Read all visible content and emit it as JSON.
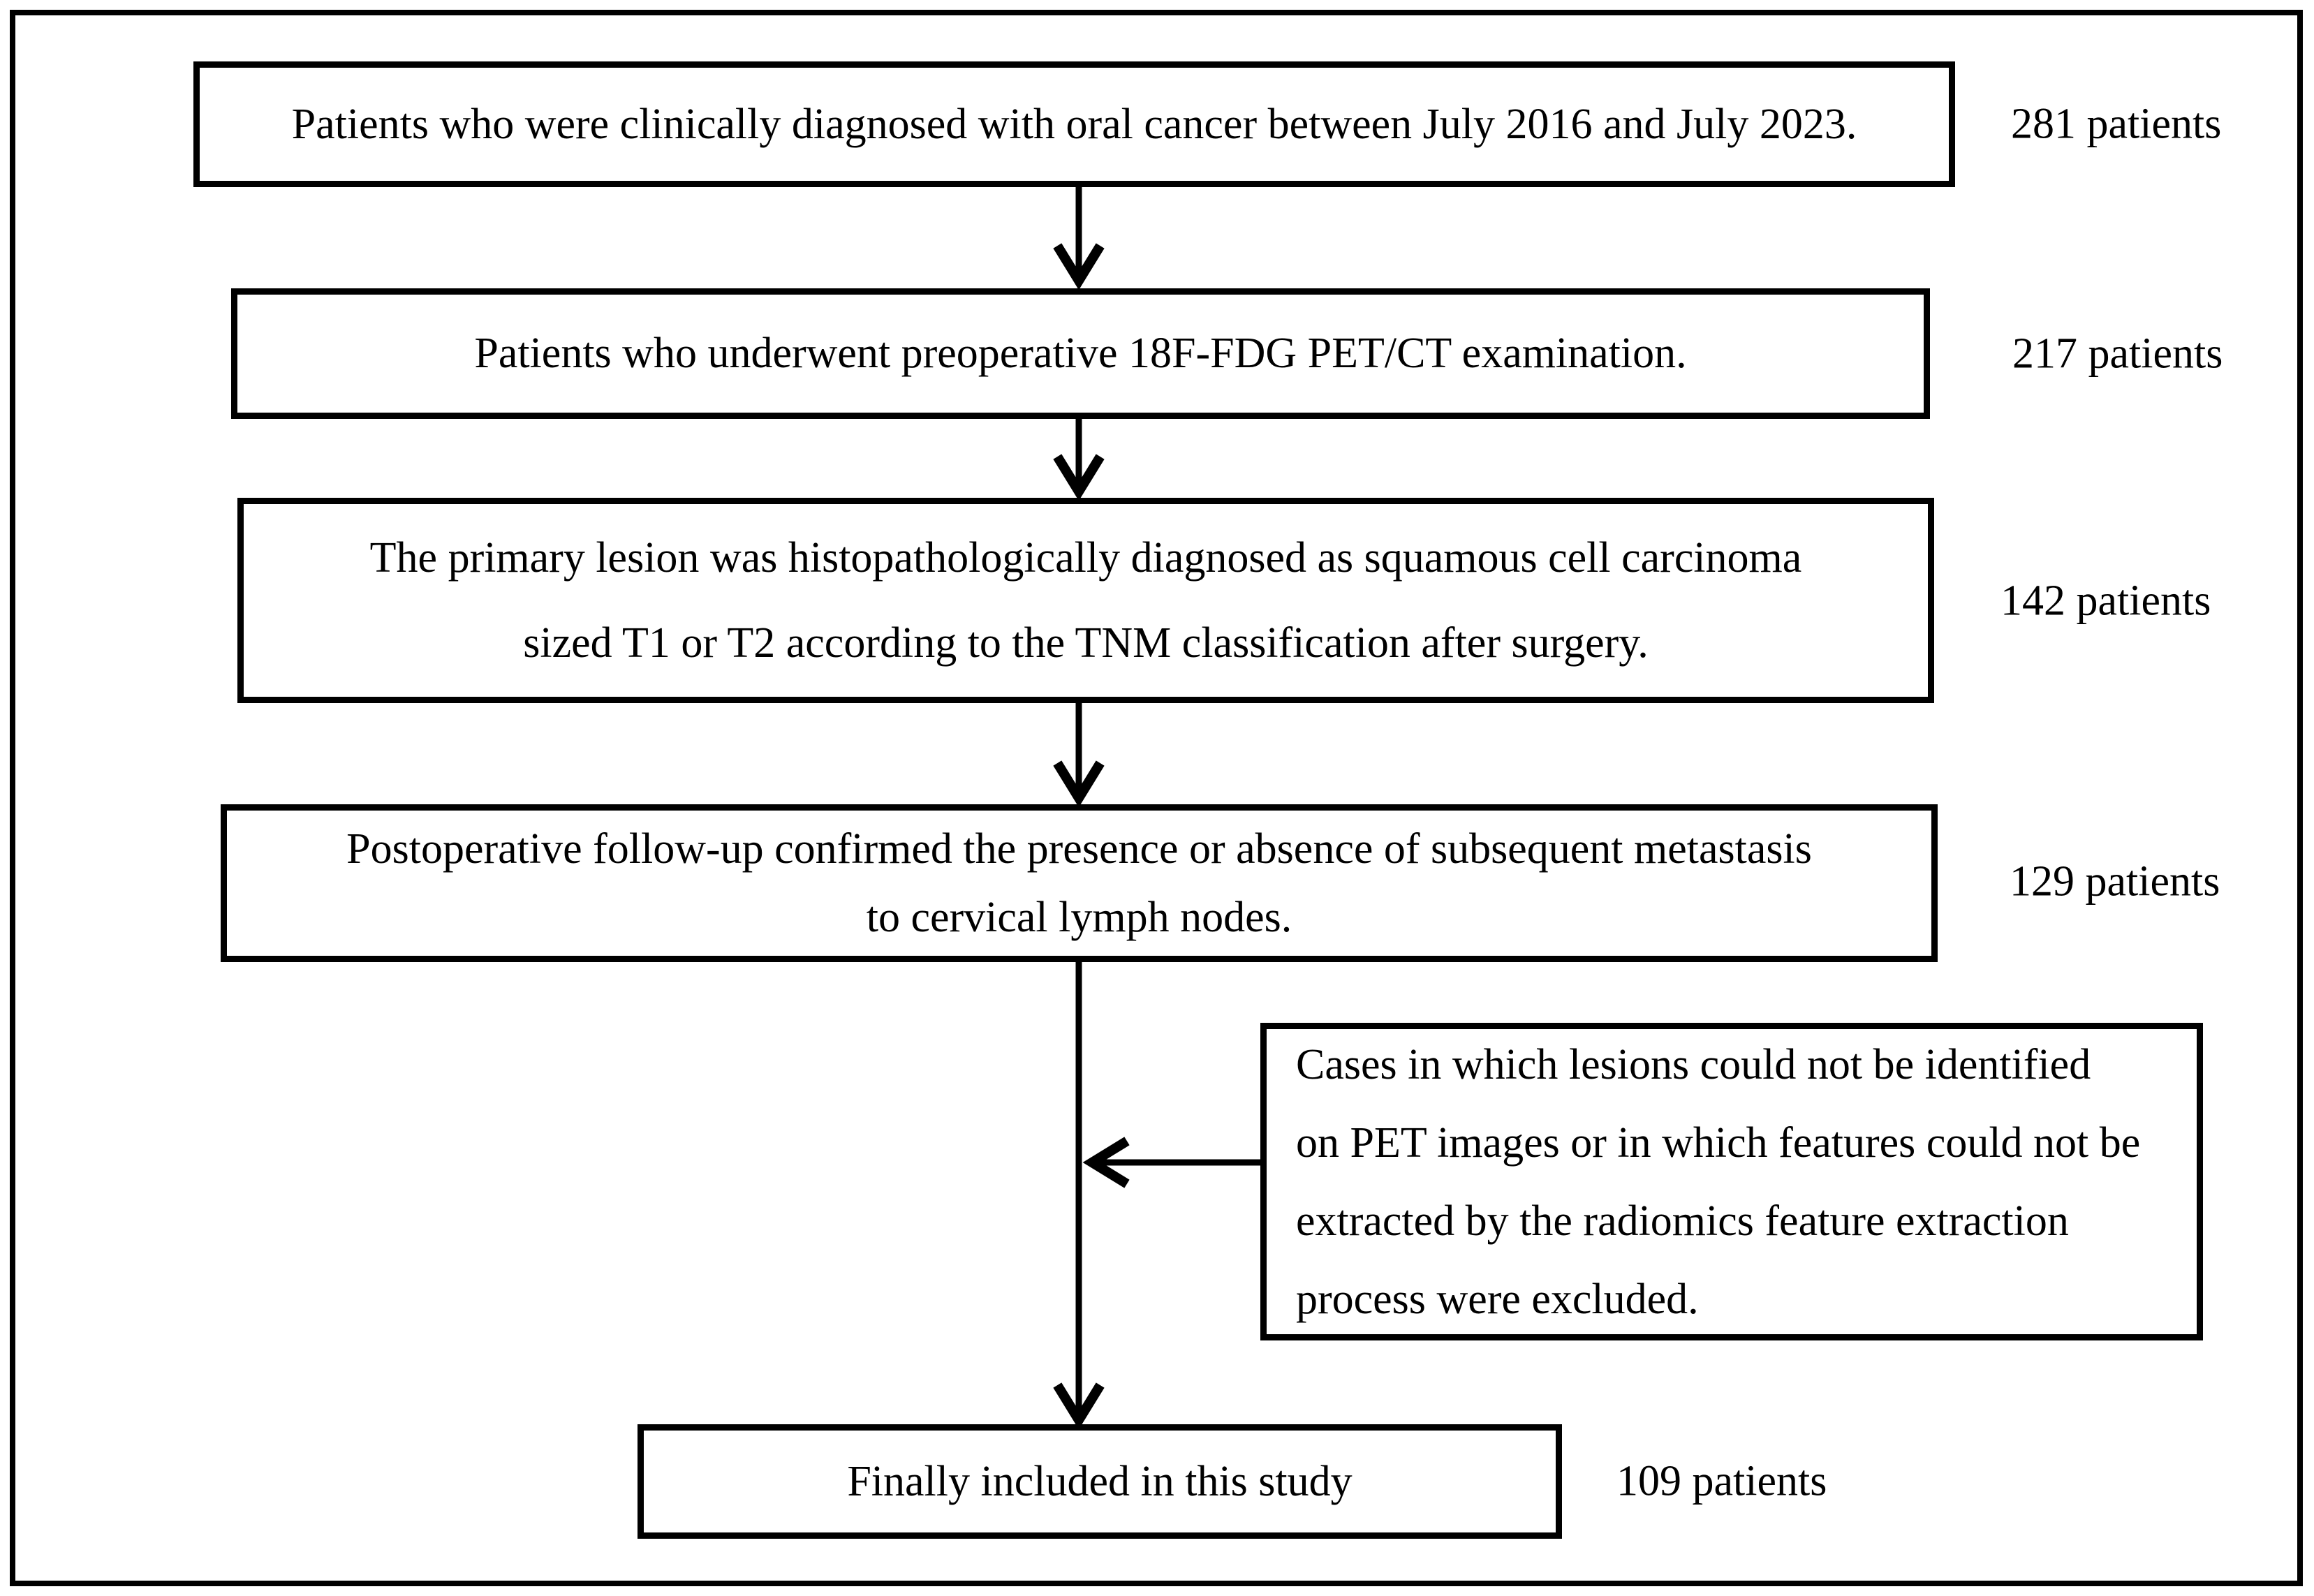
{
  "colors": {
    "line": "#000000",
    "text": "#000000",
    "background": "#ffffff",
    "box_fill": "#ffffff"
  },
  "steps": [
    {
      "lines": [
        "Patients who were clinically diagnosed with oral cancer between July 2016 and July 2023."
      ],
      "count": "281 patients"
    },
    {
      "lines": [
        "Patients who underwent preoperative 18F-FDG PET/CT examination."
      ],
      "count": "217 patients"
    },
    {
      "lines": [
        "The primary lesion was histopathologically diagnosed as squamous cell carcinoma",
        "sized T1 or T2 according to the TNM classification after surgery."
      ],
      "count": "142 patients"
    },
    {
      "lines": [
        "Postoperative follow-up confirmed the presence or absence of subsequent metastasis",
        "to cervical lymph nodes."
      ],
      "count": "129 patients"
    },
    {
      "lines": [
        "Finally included in this study"
      ],
      "count": "109 patients"
    }
  ],
  "exclusion": {
    "lines": [
      "Cases in which lesions could not be identified",
      "on PET images or in which features could not be",
      "extracted by the radiomics feature extraction",
      "process were excluded."
    ]
  }
}
